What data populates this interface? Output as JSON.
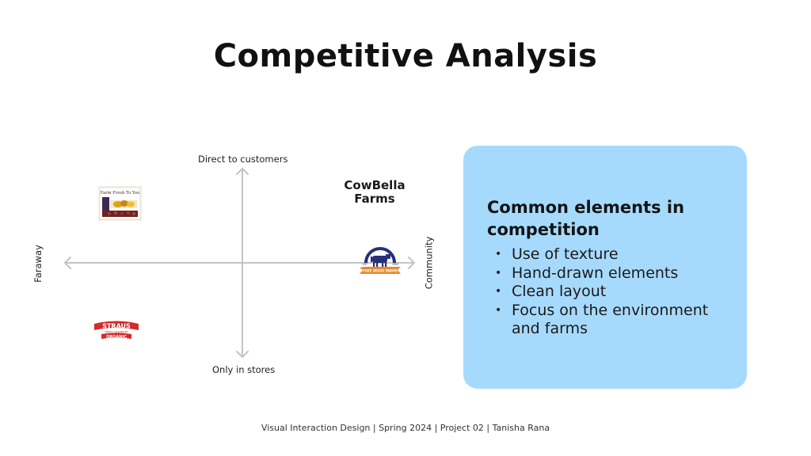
{
  "slide": {
    "title": "Competitive Analysis",
    "footer": "Visual Interaction Design | Spring 2024 | Project 02 | Tanisha Rana"
  },
  "diagram": {
    "axis_top": "Direct to customers",
    "axis_bottom": "Only in stores",
    "axis_left": "Faraway",
    "axis_right": "Community",
    "colors": {
      "axis": "#c4c4c4"
    },
    "logos": {
      "fresh_to_you": {
        "icon": "fresh-to-you-logo",
        "text": "Farm Fresh To You"
      },
      "straus": {
        "icon": "straus-logo",
        "line1": "STRAUS",
        "line2": "FAMILY CREAMERY",
        "line3": "ORGANIC",
        "color": "#d42a2a"
      },
      "cowbella": {
        "line1": "CowBella",
        "line2": "Farms"
      },
      "free_wood": {
        "icon": "cow-logo",
        "text": "FREE WOOD FARMS",
        "est_left": "EST",
        "est_right": "1900",
        "banner_color": "#e8892e",
        "arc_color": "#26307a"
      }
    }
  },
  "card": {
    "background": "#a6dafd",
    "heading": "Common elements in competition",
    "items": [
      "Use of texture",
      "Hand-drawn elements",
      "Clean layout",
      "Focus on the environment and farms"
    ]
  }
}
